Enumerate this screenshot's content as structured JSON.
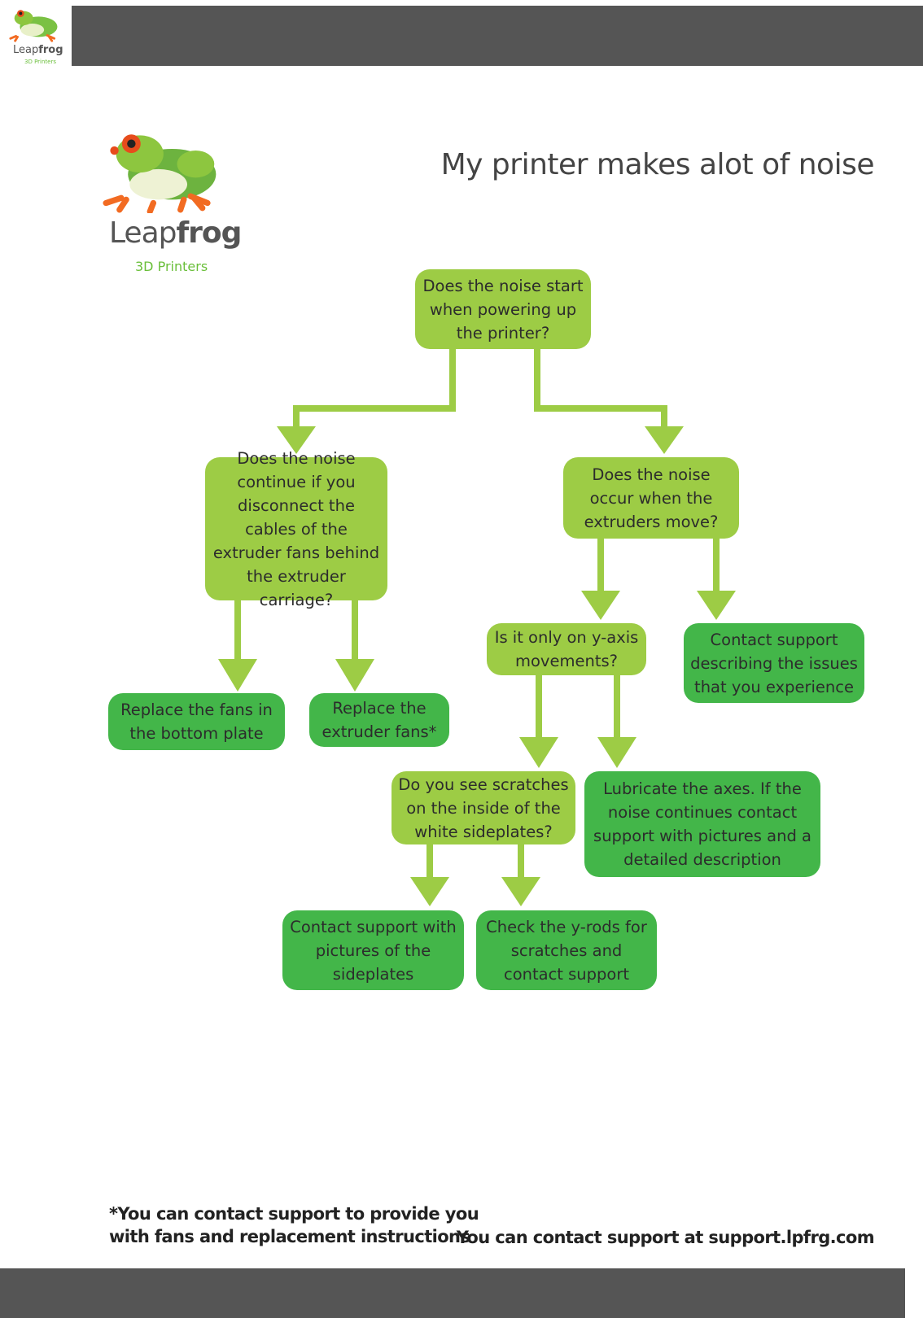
{
  "brand": {
    "name_light": "Leap",
    "name_bold": "frog",
    "tagline": "3D Printers"
  },
  "title": "My printer makes alot of noise",
  "flowchart": {
    "root": "Does the noise start when powering up the printer?",
    "q_fans_cables": "Does the noise continue if you disconnect the cables of the extruder fans behind the extruder carriage?",
    "q_extruders_move": "Does the noise occur when the extruders move?",
    "a_replace_bottom_fans": "Replace the fans in the bottom plate",
    "a_replace_extruder_fans": "Replace the extruder fans*",
    "q_y_axis": "Is it only on y-axis movements?",
    "a_contact_describe": "Contact support describing the issues that you experience",
    "q_scratches": "Do you see scratches on the inside of the white sideplates?",
    "a_lubricate": "Lubricate the axes. If the noise continues contact support with pictures and a detailed description",
    "a_contact_pictures": "Contact support with pictures of the sideplates",
    "a_check_rods": "Check the y-rods for scratches and contact support"
  },
  "footer": {
    "footnote": "*You can contact support to provide you with fans and replacement instructions",
    "contact": "You can contact support at support.lpfrg.com"
  },
  "colors": {
    "question_box": "#9dcc45",
    "answer_box": "#43b649",
    "arrow": "#9dcc45",
    "bars": "#555555"
  }
}
